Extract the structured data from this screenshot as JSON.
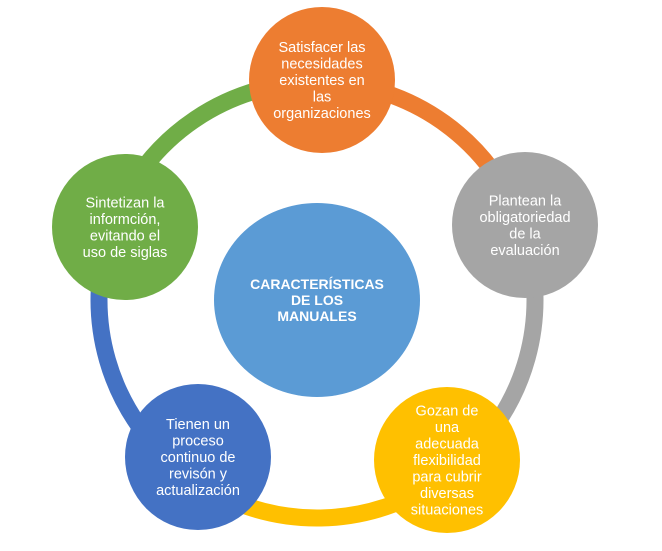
{
  "center": {
    "lines": [
      "CARACTERÍSTICAS",
      "DE LOS",
      "MANUALES"
    ],
    "color": "#5b9bd5"
  },
  "nodes": [
    {
      "id": "top",
      "lines": [
        "Satisfacer las",
        "necesidades",
        "existentes en",
        "las",
        "organizaciones"
      ],
      "color": "#ed7d31"
    },
    {
      "id": "right",
      "lines": [
        "Plantean la",
        "obligatoriedad",
        "de la",
        "evaluación"
      ],
      "color": "#a5a5a5"
    },
    {
      "id": "bottom-right",
      "lines": [
        "Gozan de",
        "una",
        "adecuada",
        "flexibilidad",
        "para cubrir",
        "diversas",
        "situaciones"
      ],
      "color": "#ffc000"
    },
    {
      "id": "bottom-left",
      "lines": [
        "Tienen un",
        "proceso",
        "continuo de",
        "revisón y",
        "actualización"
      ],
      "color": "#4472c4"
    },
    {
      "id": "left",
      "lines": [
        "Sintetizan la",
        "informción,",
        "evitando el",
        "uso de siglas"
      ],
      "color": "#70ad47"
    }
  ]
}
